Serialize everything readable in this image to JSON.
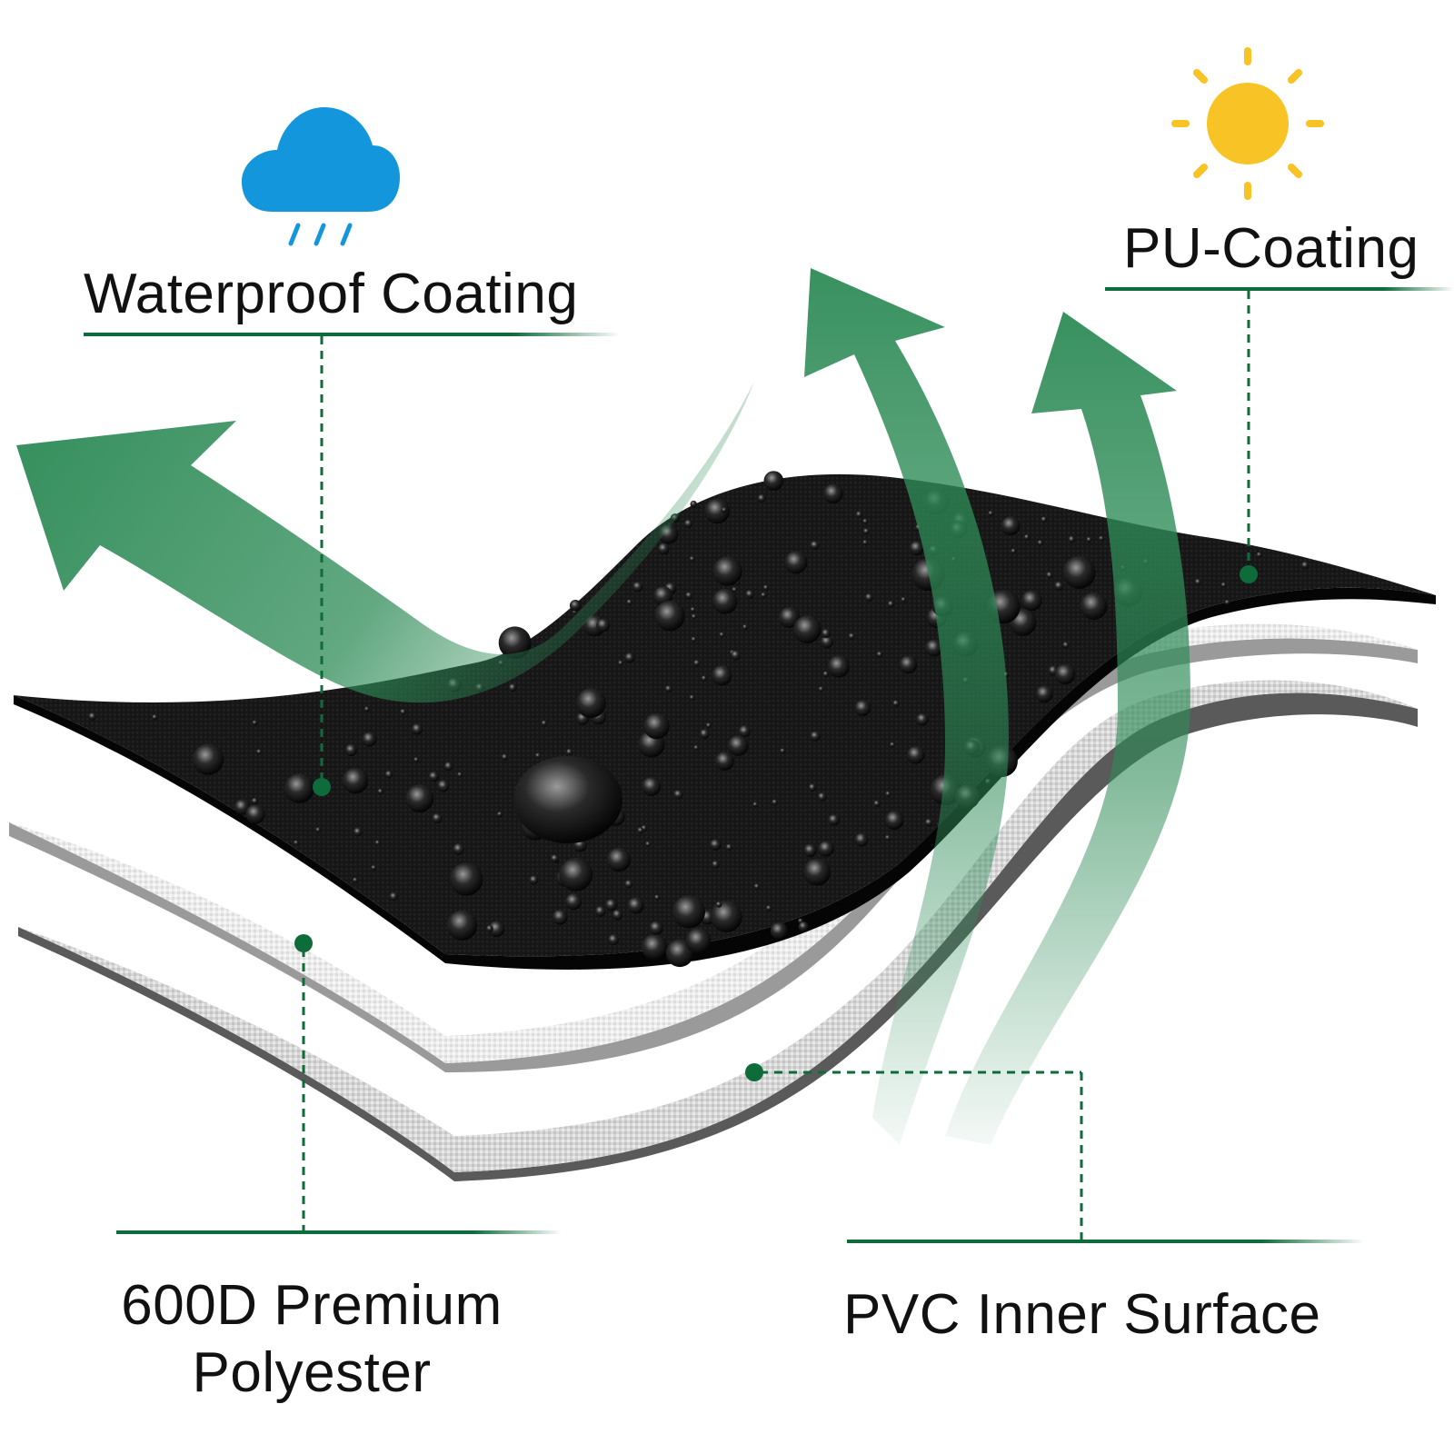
{
  "labels": {
    "waterproof": "Waterproof Coating",
    "pu": "PU-Coating",
    "polyester_line1": "600D Premium",
    "polyester_line2": "Polyester",
    "pvc": "PVC Inner Surface"
  },
  "icons": {
    "rain": "rain-cloud-icon",
    "sun": "sun-icon"
  },
  "colors": {
    "accent_green": "#0e6b3a",
    "arrow_green": "#2e8b57",
    "cloud_blue": "#1496dc",
    "sun_yellow": "#f7c325",
    "fabric_black": "#141414",
    "fabric_white": "#e8e8e8",
    "fabric_grey": "#c9c9c9"
  }
}
